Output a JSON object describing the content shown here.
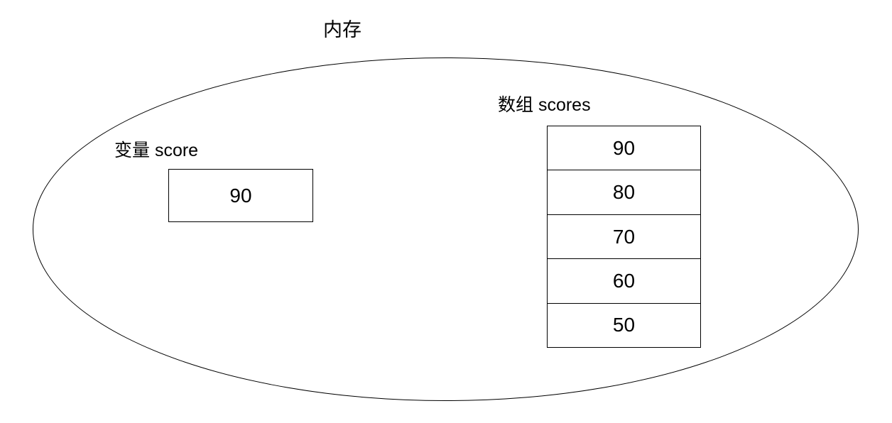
{
  "diagram": {
    "title": "内存"
  },
  "variable": {
    "label": "变量 score",
    "value": "90"
  },
  "array": {
    "label": "数组 scores",
    "values": [
      "90",
      "80",
      "70",
      "60",
      "50"
    ]
  },
  "colors": {
    "line": "#000000",
    "text": "#000000",
    "background": "#ffffff"
  }
}
